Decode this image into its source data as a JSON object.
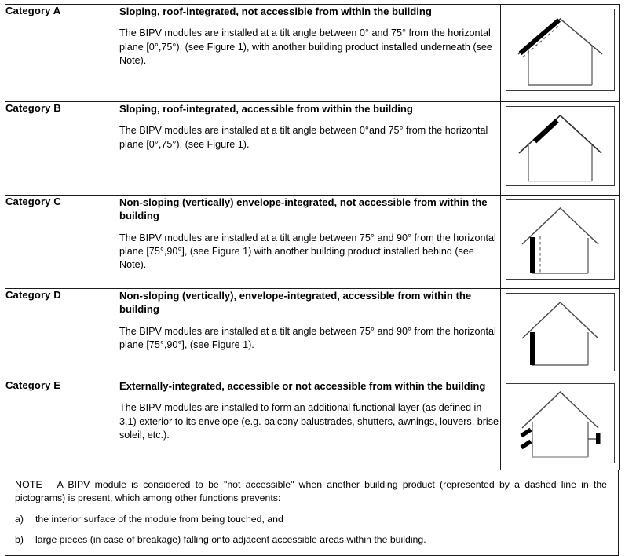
{
  "table": {
    "rows": [
      {
        "label": "Category A",
        "title": "Sloping, roof-integrated, not accessible from within the building",
        "body": "The BIPV modules are installed at a tilt angle between 0° and 75° from the horizontal plane [0°,75°), (see Figure 1), with another building product installed underneath (see Note).",
        "pictogram": "house-roof-pv-left-with-dashed-underlay"
      },
      {
        "label": "Category B",
        "title": "Sloping, roof-integrated, accessible from within the building",
        "body": "The BIPV modules are installed at a tilt angle between 0°and 75° from the horizontal plane   [0°,75°), (see Figure 1).",
        "pictogram": "house-roof-pv-left-no-underlay"
      },
      {
        "label": "Category C",
        "title": "Non-sloping (vertically) envelope-integrated, not accessible from within the building",
        "body": "The BIPV modules are installed at a tilt angle between 75° and 90° from the horizontal plane [75°,90°], (see Figure 1) with another building product installed behind (see Note).",
        "pictogram": "house-wall-pv-left-with-dashed-backing"
      },
      {
        "label": "Category D",
        "title": "Non-sloping (vertically), envelope-integrated, accessible from within the building",
        "body": "The BIPV modules are installed at a tilt angle between 75° and 90° from the horizontal plane [75°,90°], (see Figure 1).",
        "pictogram": "house-wall-pv-left-no-backing"
      },
      {
        "label": "Category E",
        "title": "Externally-integrated, accessible or not accessible from within the building",
        "body": "The BIPV modules are installed to form an additional functional layer (as defined in 3.1) exterior to its envelope (e.g. balcony balustrades, shutters, awnings, louvers, brise soleil, etc.).",
        "pictogram": "house-external-louvers-and-balustrade"
      }
    ]
  },
  "note": {
    "keyword": "NOTE",
    "lead": "A BIPV module is considered to be \"not accessible\" when another building product (represented by a dashed line in the pictograms) is present, which among other functions prevents:",
    "items": [
      {
        "marker": "a)",
        "text": "the interior surface of the module from being touched, and"
      },
      {
        "marker": "b)",
        "text": "large pieces (in case of breakage) falling onto adjacent accessible areas within the building."
      }
    ]
  },
  "colors": {
    "border": "#1a1a1a",
    "pictogram_outline": "#4a4a4a",
    "pv_module": "#000000",
    "dashed_product": "#808080",
    "background": "#ffffff"
  }
}
